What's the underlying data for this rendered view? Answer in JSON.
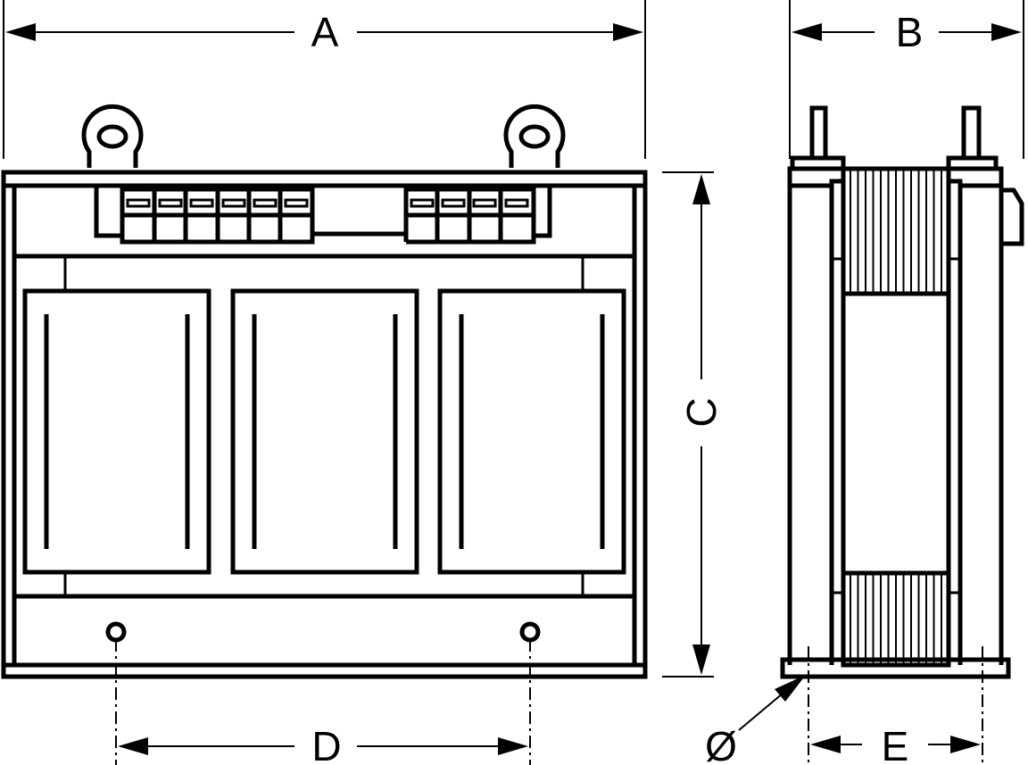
{
  "diagram": {
    "labels": {
      "a": "A",
      "b": "B",
      "c": "C",
      "d": "D",
      "e": "E",
      "diameter": "Ø"
    }
  }
}
